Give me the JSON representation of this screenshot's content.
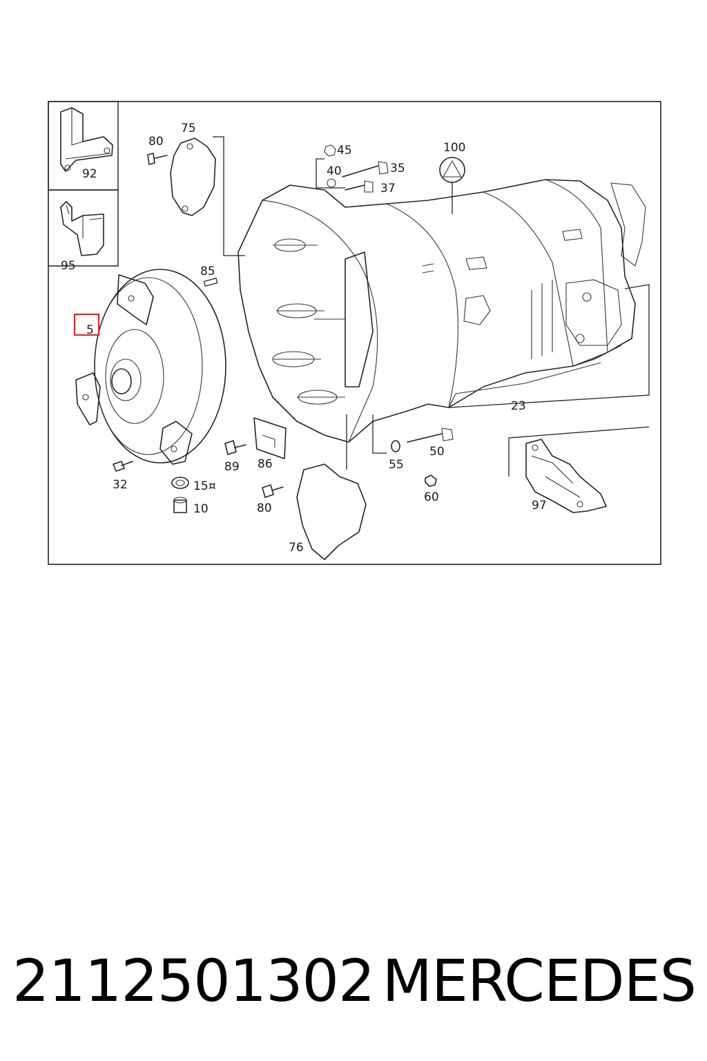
{
  "diagram": {
    "callouts": {
      "c92": "92",
      "c95": "95",
      "c80a": "80",
      "c75": "75",
      "c85": "85",
      "c5": "5",
      "c45": "45",
      "c40": "40",
      "c35": "35",
      "c37": "37",
      "c100": "100",
      "c23": "23",
      "c32": "32",
      "c15": "15",
      "c15mark": "¤",
      "c10": "10",
      "c89": "89",
      "c86": "86",
      "c80b": "80",
      "c76": "76",
      "c55": "55",
      "c50": "50",
      "c60": "60",
      "c97": "97"
    },
    "highlight_color": "#e02020"
  },
  "footer": {
    "part_number": "2112501302",
    "brand": "MERCEDES"
  }
}
